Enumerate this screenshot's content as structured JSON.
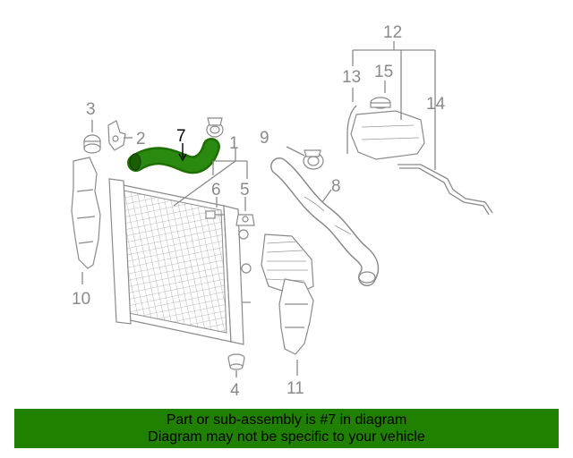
{
  "colors": {
    "highlight": "#1f7f00",
    "footer_background": "#208000",
    "part_gray": "#8a8a8a"
  },
  "callouts": {
    "c1": "1",
    "c2": "2",
    "c3": "3",
    "c4": "4",
    "c5": "5",
    "c6": "6",
    "c7": "7",
    "c8": "8",
    "c9": "9",
    "c10": "10",
    "c11": "11",
    "c12": "12",
    "c13": "13",
    "c14": "14",
    "c15": "15"
  },
  "highlighted_part": "7",
  "footer": {
    "line1": "Part or sub-assembly is #7 in diagram",
    "line2": "Diagram may not be specific to your vehicle"
  }
}
